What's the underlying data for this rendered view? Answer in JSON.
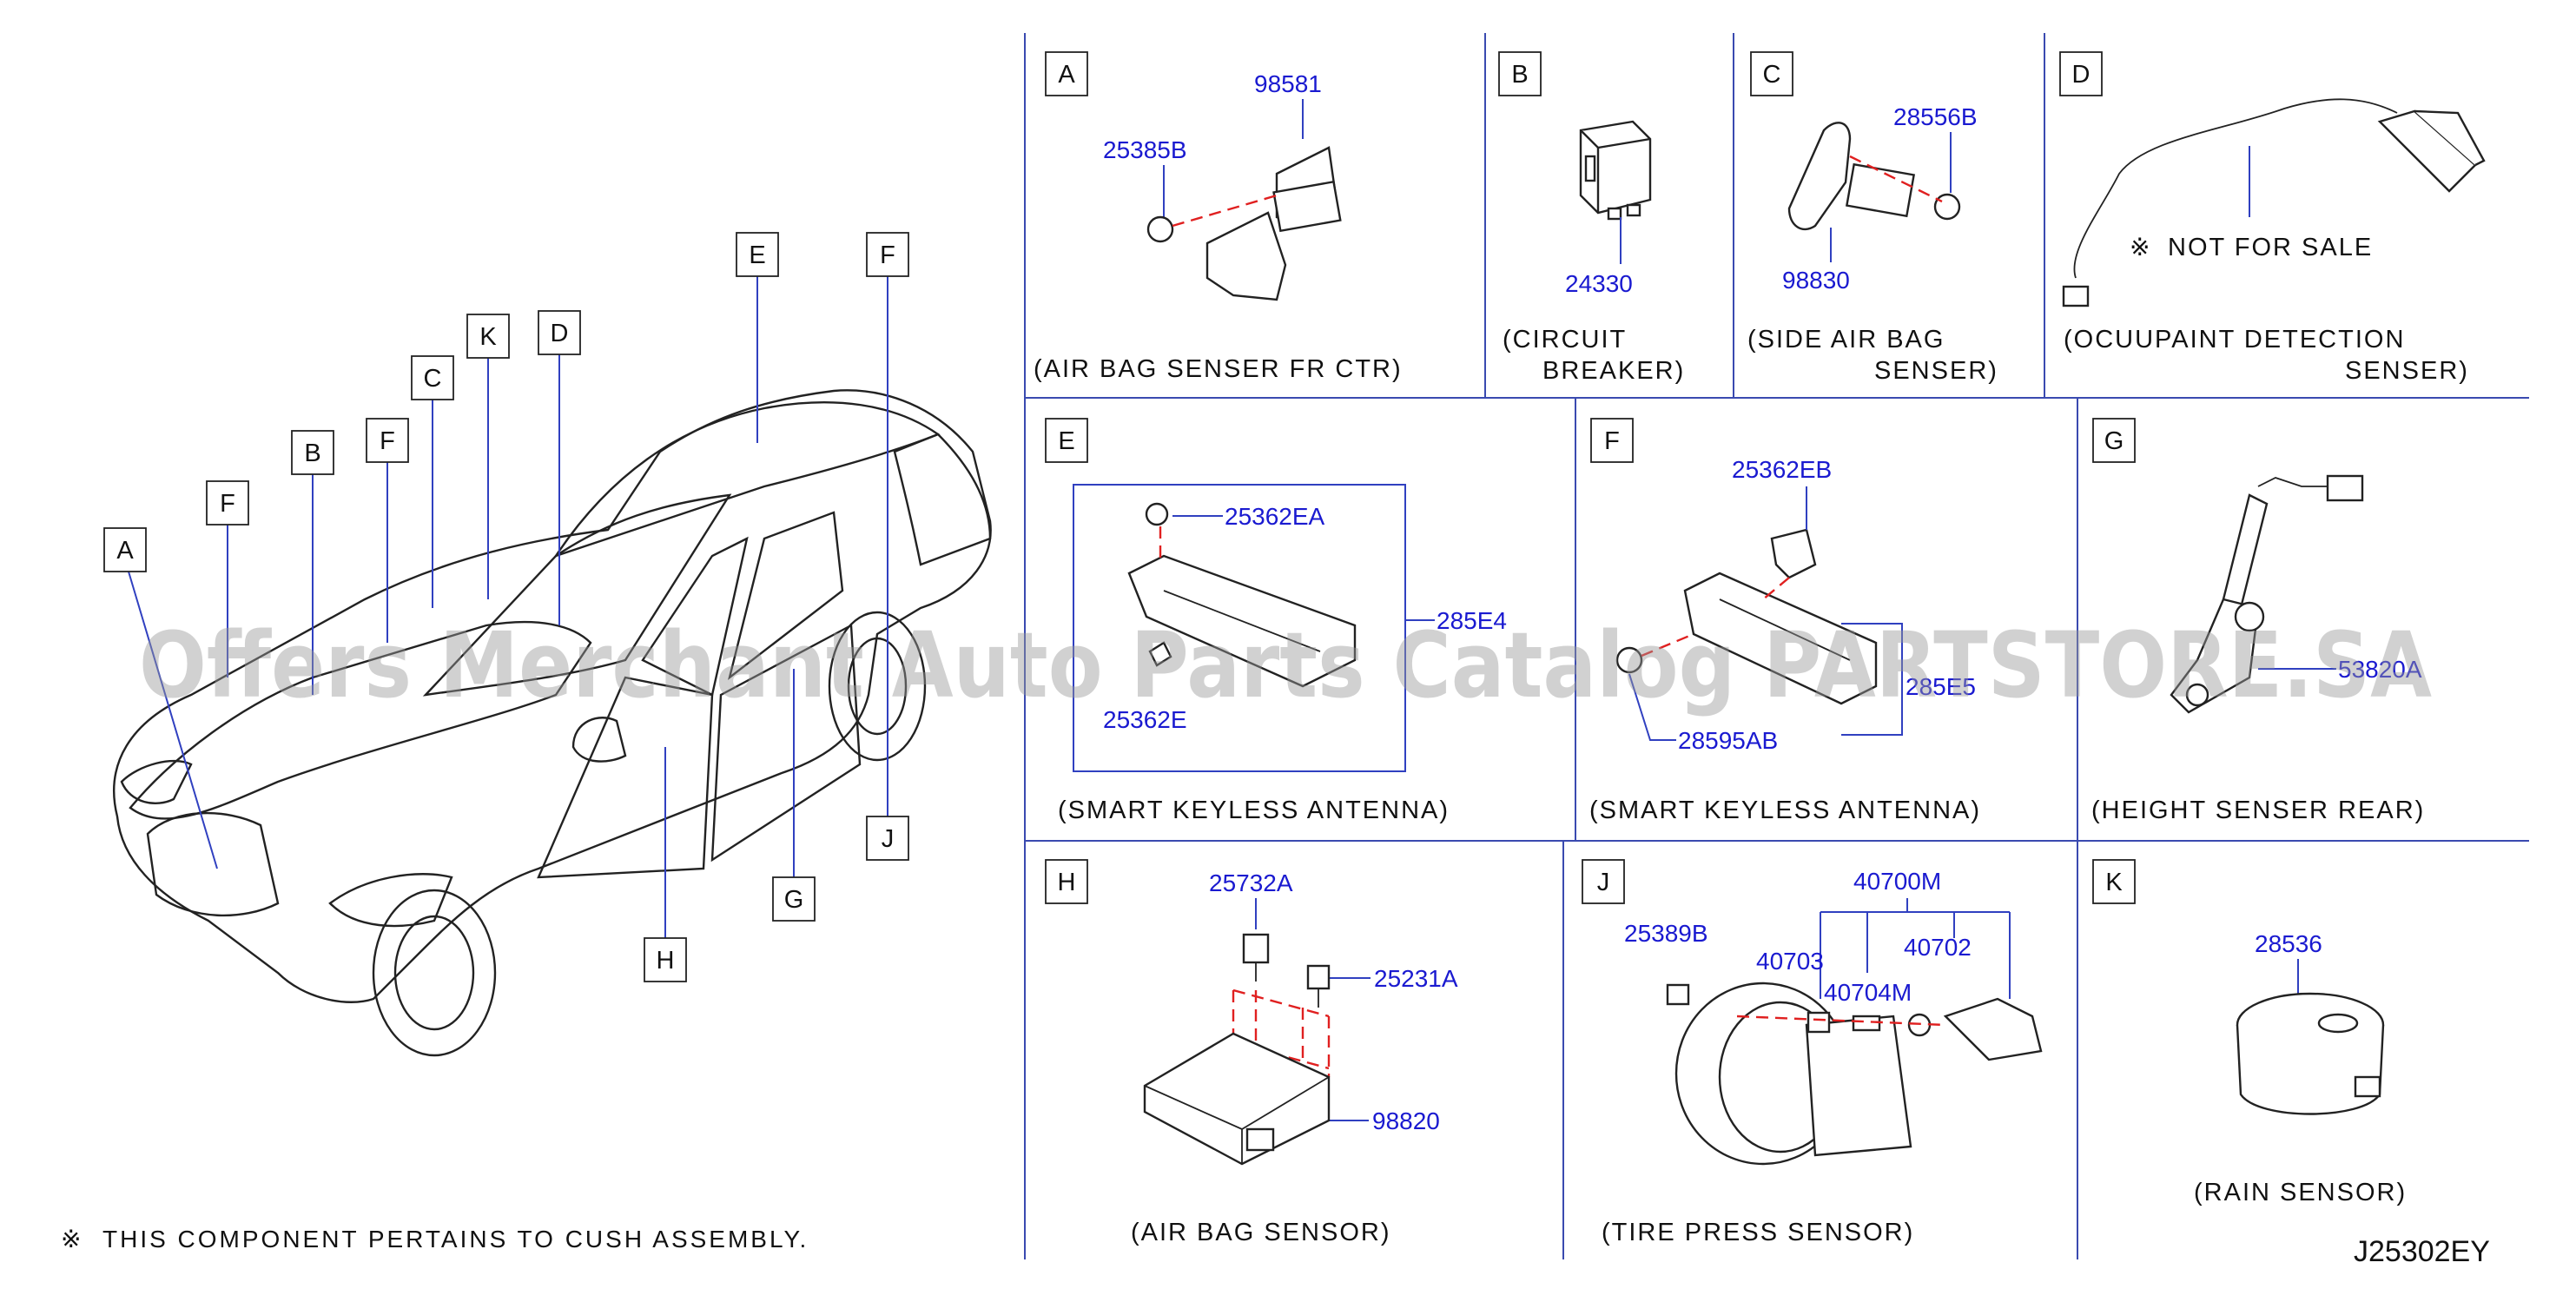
{
  "car_view": {
    "callouts": [
      "A",
      "F",
      "B",
      "F",
      "C",
      "K",
      "D",
      "E",
      "F",
      "G",
      "H",
      "J"
    ]
  },
  "footnote": {
    "symbol": "※",
    "text": "THIS COMPONENT PERTAINS TO CUSH ASSEMBLY."
  },
  "panels": {
    "A": {
      "letter": "A",
      "parts": [
        "98581",
        "25385B"
      ],
      "caption": "(AIR BAG SENSER FR CTR)"
    },
    "B": {
      "letter": "B",
      "parts": [
        "24330"
      ],
      "caption_lines": [
        "(CIRCUIT",
        "BREAKER)"
      ]
    },
    "C": {
      "letter": "C",
      "parts": [
        "28556B",
        "98830"
      ],
      "caption_lines": [
        "(SIDE AIR BAG",
        "SENSER)"
      ]
    },
    "D": {
      "letter": "D",
      "note": "NOT FOR SALE",
      "note_symbol": "※",
      "caption_lines": [
        "(OCUUPAINT DETECTION",
        "SENSER)"
      ]
    },
    "E": {
      "letter": "E",
      "parts": [
        "25362EA",
        "285E4",
        "25362E"
      ],
      "caption": "(SMART KEYLESS ANTENNA)"
    },
    "F": {
      "letter": "F",
      "parts": [
        "25362EB",
        "285E5",
        "28595AB"
      ],
      "caption": "(SMART KEYLESS ANTENNA)"
    },
    "G": {
      "letter": "G",
      "parts": [
        "53820A"
      ],
      "caption": "(HEIGHT SENSER REAR)"
    },
    "H": {
      "letter": "H",
      "parts": [
        "25732A",
        "25231A",
        "98820"
      ],
      "caption": "(AIR BAG SENSOR)"
    },
    "J": {
      "letter": "J",
      "parts": [
        "40700M",
        "25389B",
        "40703",
        "40702",
        "40704M"
      ],
      "caption": "(TIRE PRESS SENSOR)"
    },
    "K": {
      "letter": "K",
      "parts": [
        "28536"
      ],
      "caption": "(RAIN SENSOR)"
    }
  },
  "diagram_code": "J25302EY",
  "watermark": "Offers Merchant Auto Parts Catalog PARTSTORE.SA",
  "colors": {
    "part_number": "#1a1ad0",
    "grid": "#3a4ab0",
    "dashed_guide": "#e02020",
    "watermark": "#9a9a9a"
  }
}
